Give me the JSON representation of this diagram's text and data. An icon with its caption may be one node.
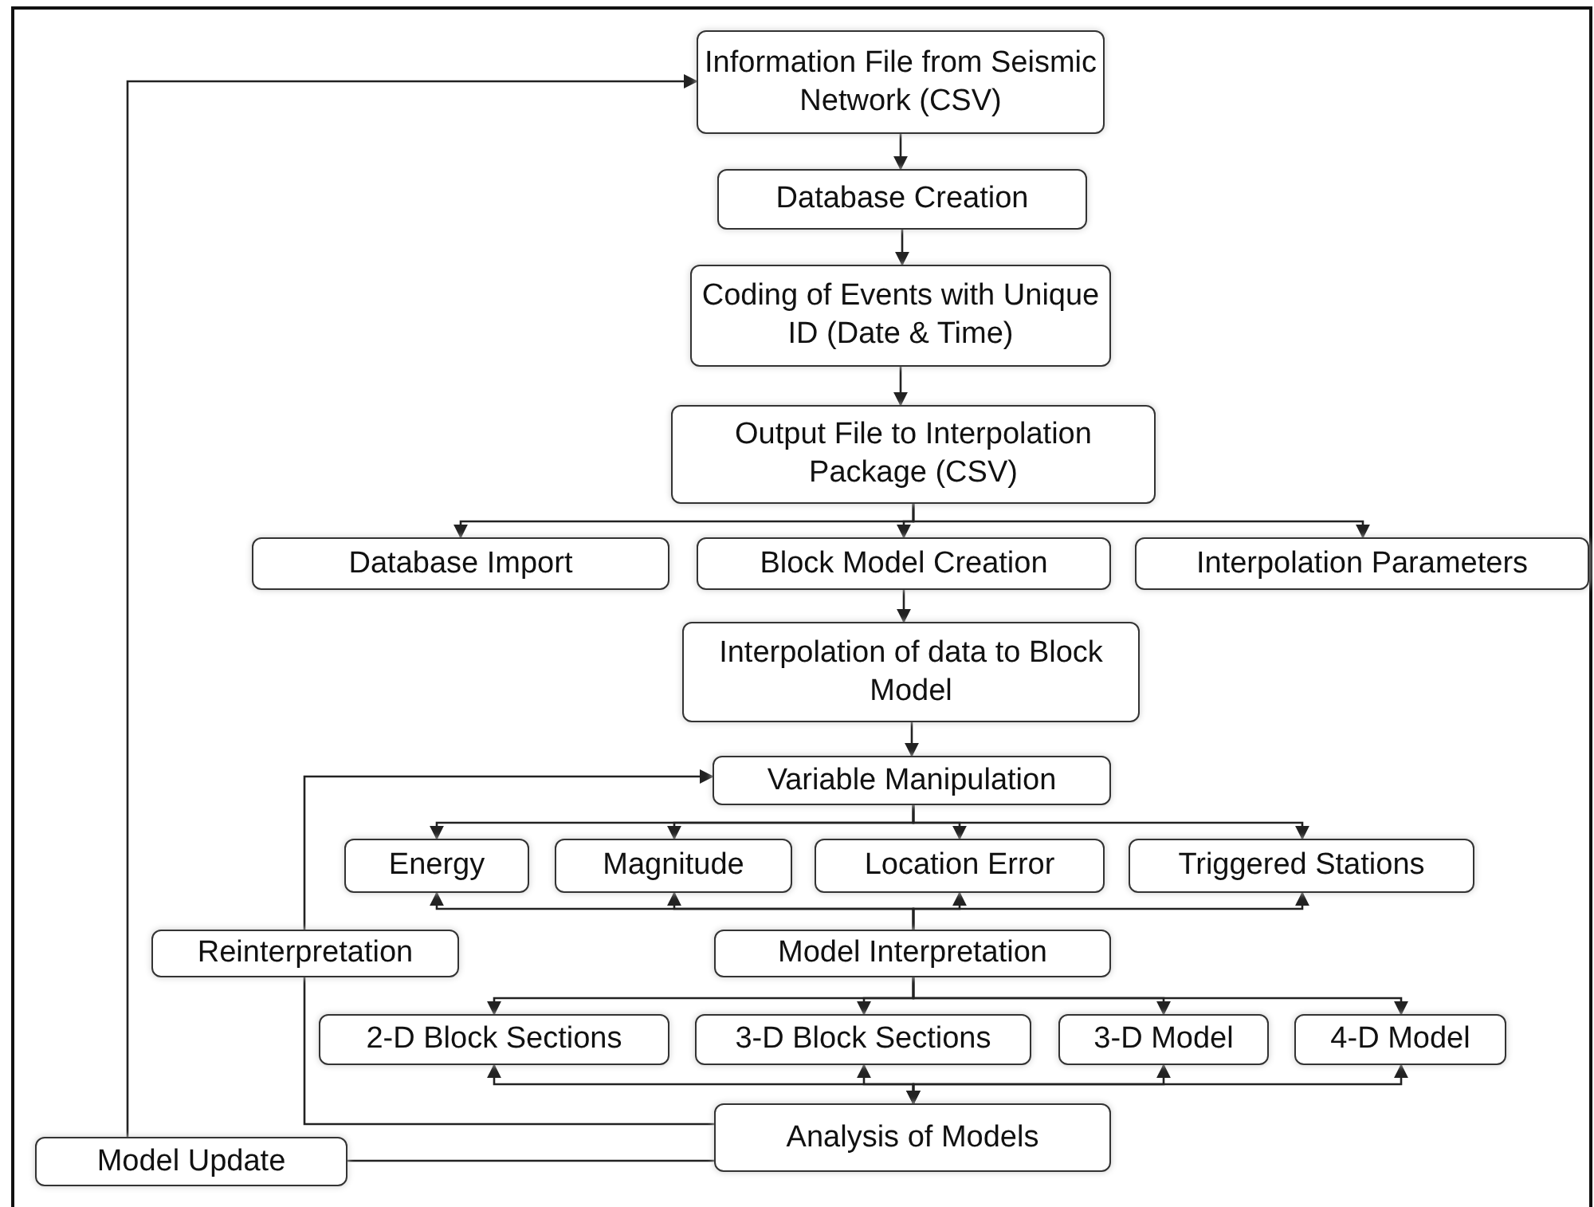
{
  "diagram": {
    "nodes": [
      {
        "text": [
          "Information File from Seismic Network (CSV)"
        ]
      },
      {
        "text": [
          "Database Creation"
        ]
      },
      {
        "text": [
          "Coding of Events with Unique ID (Date & Time)"
        ]
      },
      {
        "text": [
          "Output File to Interpolation Package (CSV)"
        ]
      },
      {
        "text": [
          "Database Import"
        ]
      },
      {
        "text": [
          "Block Model Creation"
        ]
      },
      {
        "text": [
          "Interpolation Parameters"
        ]
      },
      {
        "text": [
          "Interpolation of data to Block Model"
        ]
      },
      {
        "text": [
          "Variable Manipulation"
        ]
      },
      {
        "text": [
          "Energy"
        ]
      },
      {
        "text": [
          "Magnitude"
        ]
      },
      {
        "text": [
          "Location Error"
        ]
      },
      {
        "text": [
          "Triggered Stations"
        ]
      },
      {
        "text": [
          "Reinterpretation"
        ]
      },
      {
        "text": [
          "Model Interpretation"
        ]
      },
      {
        "text": [
          "2-D Block Sections"
        ]
      },
      {
        "text": [
          "3-D Block Sections"
        ]
      },
      {
        "text": [
          "3-D Model"
        ]
      },
      {
        "text": [
          "4-D Model"
        ]
      },
      {
        "text": [
          "Analysis of Models"
        ]
      },
      {
        "text": [
          "Model Update"
        ]
      }
    ],
    "edges": [
      {
        "from": 0,
        "to": 1,
        "arrow": "to"
      },
      {
        "from": 1,
        "to": 2,
        "arrow": "to"
      },
      {
        "from": 2,
        "to": 3,
        "arrow": "to"
      },
      {
        "from": 3,
        "to": 4,
        "arrow": "to"
      },
      {
        "from": 3,
        "to": 5,
        "arrow": "to"
      },
      {
        "from": 3,
        "to": 6,
        "arrow": "to"
      },
      {
        "from": 5,
        "to": 7,
        "arrow": "to"
      },
      {
        "from": 7,
        "to": 8,
        "arrow": "to"
      },
      {
        "from": 8,
        "to": 9,
        "arrow": "to"
      },
      {
        "from": 8,
        "to": 10,
        "arrow": "to"
      },
      {
        "from": 8,
        "to": 11,
        "arrow": "to"
      },
      {
        "from": 8,
        "to": 12,
        "arrow": "to"
      },
      {
        "from": 14,
        "to": 9,
        "arrow": "to"
      },
      {
        "from": 14,
        "to": 10,
        "arrow": "to"
      },
      {
        "from": 14,
        "to": 11,
        "arrow": "to"
      },
      {
        "from": 14,
        "to": 12,
        "arrow": "to"
      },
      {
        "from": 14,
        "to": 15,
        "arrow": "to"
      },
      {
        "from": 14,
        "to": 16,
        "arrow": "to"
      },
      {
        "from": 14,
        "to": 17,
        "arrow": "to"
      },
      {
        "from": 14,
        "to": 18,
        "arrow": "to"
      },
      {
        "from": 19,
        "to": 15,
        "arrow": "both"
      },
      {
        "from": 19,
        "to": 16,
        "arrow": "both"
      },
      {
        "from": 19,
        "to": 17,
        "arrow": "both"
      },
      {
        "from": 19,
        "to": 18,
        "arrow": "both"
      },
      {
        "from": 19,
        "to": 13,
        "arrow": "none"
      },
      {
        "from": 13,
        "to": 8,
        "arrow": "to"
      },
      {
        "from": 19,
        "to": 20,
        "arrow": "none"
      },
      {
        "from": 20,
        "to": 0,
        "arrow": "to"
      }
    ]
  }
}
